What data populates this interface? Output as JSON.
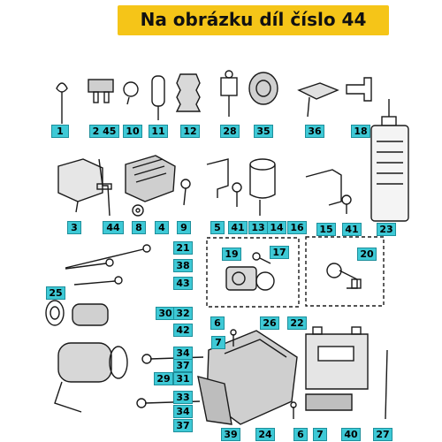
{
  "banner": {
    "title": "Na obrázku díl číslo 44"
  },
  "callouts": [
    "1",
    "2 45",
    "10",
    "11",
    "12",
    "28",
    "35",
    "36",
    "18",
    "3",
    "44",
    "8",
    "4",
    "9",
    "5",
    "41",
    "13",
    "14",
    "16",
    "15",
    "41",
    "23",
    "21",
    "38",
    "43",
    "19",
    "17",
    "20",
    "25",
    "30",
    "32",
    "42",
    "6",
    "7",
    "26",
    "22",
    "34",
    "37",
    "29",
    "31",
    "33",
    "34",
    "37",
    "39",
    "24",
    "6",
    "7",
    "40",
    "27"
  ],
  "highlight": "44",
  "colors": {
    "banner": "#f5c518",
    "label_fill": "#3ec9d6",
    "label_border": "#1e8f9b",
    "line_art": "#1a1a1a"
  },
  "icons": [
    "clip-icon",
    "fuse-icon",
    "cable-clamp-icon",
    "hose-connector-icon",
    "rubber-boot-icon",
    "brake-switch-icon",
    "horn-icon",
    "terminal-holder-icon",
    "bracket-clip-icon",
    "oil-bottle-icon",
    "relay-icon",
    "wire-connector-icon",
    "washer-icon",
    "regulator-icon",
    "bolt-icon",
    "mounting-bracket-icon",
    "buzzer-icon",
    "ignition-switch-icon",
    "key-icon",
    "lock-cylinder-icon",
    "starter-motor-icon",
    "battery-icon",
    "battery-box-icon",
    "battery-cover-icon",
    "screw-icon",
    "cable-tie-icon"
  ]
}
